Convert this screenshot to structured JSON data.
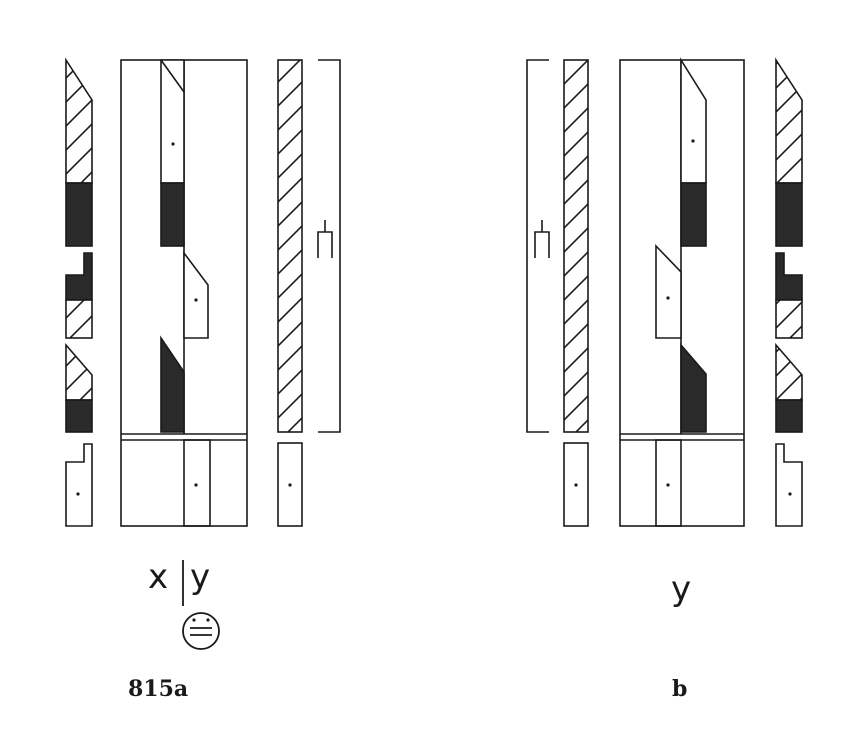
{
  "left": {
    "caption": "815a",
    "letters": {
      "left": "x",
      "right": "y"
    },
    "direction_sign": "⊜"
  },
  "right": {
    "caption": "b",
    "letter": "y"
  },
  "colors": {
    "ink": "#1a1a1a",
    "fill": "#2a2a2a",
    "paper": "#ffffff"
  },
  "icons": {
    "staple": "bracket-sign-icon",
    "face": "direction-sign-icon"
  }
}
